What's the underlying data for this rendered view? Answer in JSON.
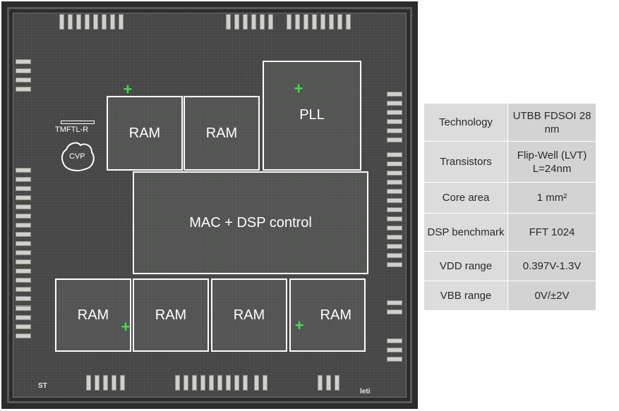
{
  "die": {
    "blocks": {
      "ram_top_left": "RAM",
      "ram_top_right": "RAM",
      "pll": "PLL",
      "mac": "MAC + DSP control",
      "ram_bottom_1": "RAM",
      "ram_bottom_2": "RAM",
      "ram_bottom_3": "RAM",
      "ram_bottom_4": "RAM"
    },
    "labels": {
      "tmftl": "TMFTL-R",
      "cvp": "CVP"
    },
    "logos": {
      "st": "ST",
      "leti": "leti"
    },
    "colors": {
      "block_outline": "#ffffff",
      "alignment_mark": "#3fe04a",
      "die_background": "#454645"
    }
  },
  "spec_table": {
    "rows": [
      {
        "key": "Technology",
        "value": "UTBB FDSOI 28 nm"
      },
      {
        "key": "Transistors",
        "value": "Flip-Well (LVT) L=24nm"
      },
      {
        "key": "Core area",
        "value": "1 mm²"
      },
      {
        "key": "DSP benchmark",
        "value": "FFT 1024"
      },
      {
        "key": "VDD range",
        "value": "0.397V-1.3V"
      },
      {
        "key": "VBB range",
        "value": "0V/±2V"
      }
    ]
  }
}
